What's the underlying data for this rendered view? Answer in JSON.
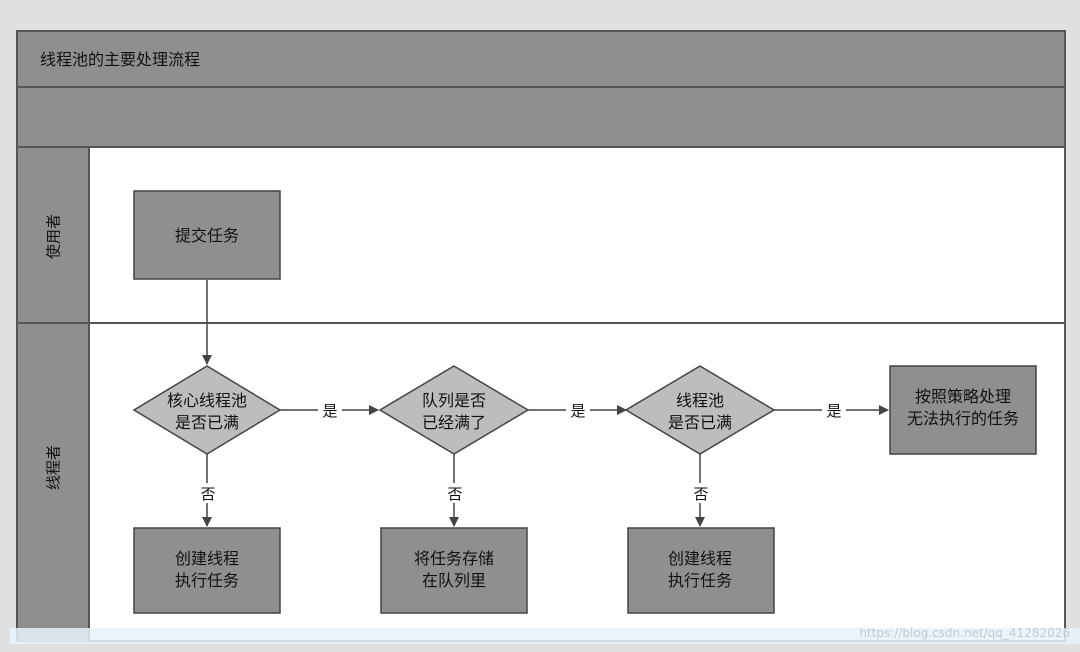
{
  "diagram": {
    "title": "线程池的主要处理流程",
    "lanes": [
      {
        "id": "user",
        "label": "使用者"
      },
      {
        "id": "pool",
        "label": "线程者"
      }
    ],
    "nodes": {
      "submit": {
        "type": "process",
        "lines": [
          "提交任务"
        ]
      },
      "core_check": {
        "type": "decision",
        "lines": [
          "核心线程池",
          "是否已满"
        ]
      },
      "queue_check": {
        "type": "decision",
        "lines": [
          "队列是否",
          "已经满了"
        ]
      },
      "pool_check": {
        "type": "decision",
        "lines": [
          "线程池",
          "是否已满"
        ]
      },
      "reject": {
        "type": "process",
        "lines": [
          "按照策略处理",
          "无法执行的任务"
        ]
      },
      "create1": {
        "type": "process",
        "lines": [
          "创建线程",
          "执行任务"
        ]
      },
      "store": {
        "type": "process",
        "lines": [
          "将任务存储",
          "在队列里"
        ]
      },
      "create2": {
        "type": "process",
        "lines": [
          "创建线程",
          "执行任务"
        ]
      }
    },
    "edges": {
      "yes": "是",
      "no": "否"
    }
  },
  "watermark": "https://blog.csdn.net/qq_41282026",
  "colors": {
    "box_fill": "#8f8f8f",
    "box_stroke": "#444444",
    "decision_fill": "#bdbdbd",
    "line": "#444444"
  }
}
